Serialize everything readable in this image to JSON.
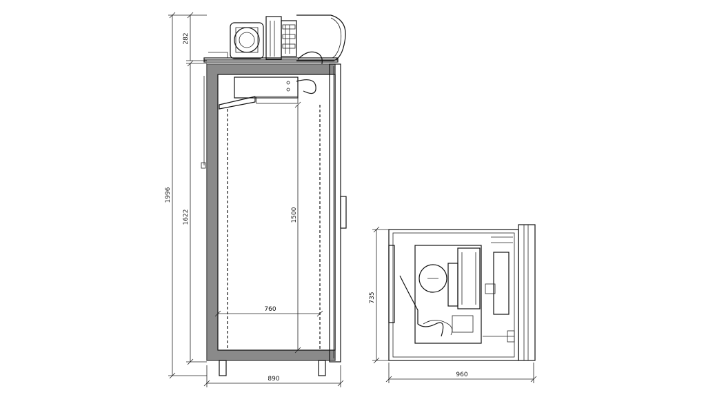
{
  "front_view": {
    "dims": {
      "total_height": "1996",
      "cabinet_height": "1622",
      "top_unit_height": "282",
      "shelf_height": "1500",
      "inner_width": "760",
      "total_width": "890"
    }
  },
  "top_view": {
    "dims": {
      "depth": "735",
      "width": "960"
    }
  }
}
